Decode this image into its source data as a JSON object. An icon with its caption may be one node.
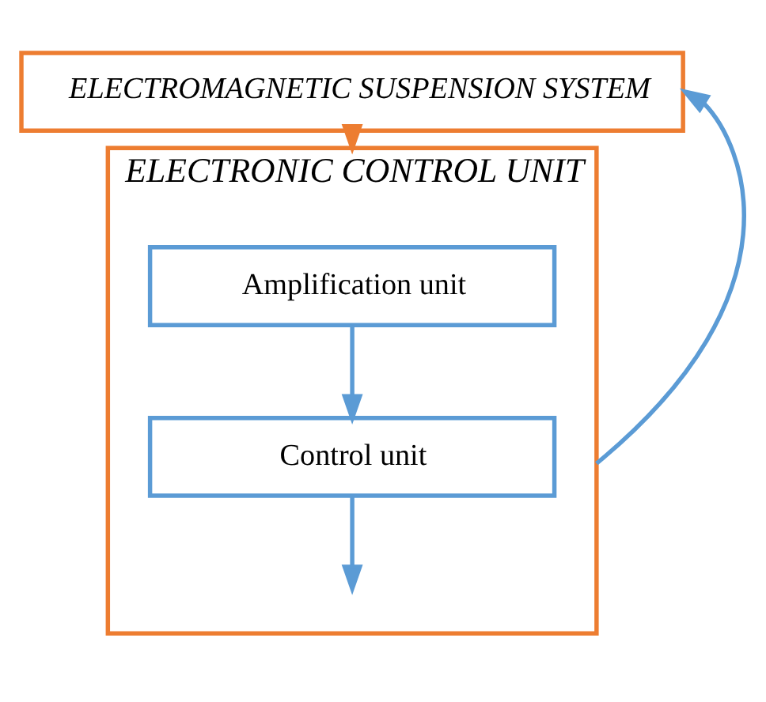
{
  "diagram": {
    "nodes": [
      {
        "text": [
          "ELECTROMAGNETIC SUSPENSION SYSTEM"
        ]
      },
      {
        "text": [
          "ELECTRONIC CONTROL UNIT"
        ]
      },
      {
        "text": [
          "Amplification unit"
        ],
        "in": 1
      },
      {
        "text": [
          "Control unit"
        ],
        "in": 1
      }
    ],
    "edges": [
      {
        "from": 0,
        "to": 1,
        "arrow": "to",
        "color": "#ed7d31"
      },
      {
        "from": 2,
        "to": 3,
        "arrow": "to"
      },
      {
        "from": 3,
        "to": null,
        "arrow": "to"
      },
      {
        "from": 1,
        "to": 0,
        "arrow": "to"
      }
    ]
  }
}
